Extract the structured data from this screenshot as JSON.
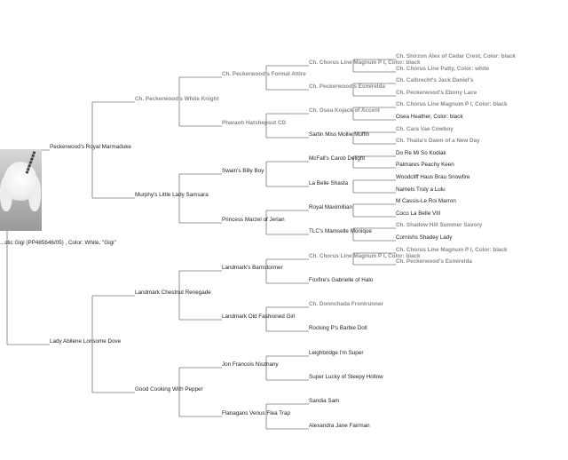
{
  "subject": {
    "name": "...stic Gigi (PP485646/05) , Color: White, \"Gigi\""
  },
  "generations": {
    "g1": [
      {
        "name": "Peckerwood's Royal Marmaduke",
        "champion": false
      },
      {
        "name": "Lady Abilene Lonsome Dove",
        "champion": false
      }
    ],
    "g2": [
      {
        "name": "Ch. Peckerwood's White Knight",
        "champion": true
      },
      {
        "name": "Murphy's Little Lady Samsara",
        "champion": false
      },
      {
        "name": "Landmark Chestnut Renegade",
        "champion": false
      },
      {
        "name": "Good Cooking With Pepper",
        "champion": false
      }
    ],
    "g3": [
      {
        "name": "Ch. Peckerwood's Formal Attire",
        "champion": true
      },
      {
        "name": "Pharaoh Hatshepsut CD",
        "champion": true
      },
      {
        "name": "Swain's Billy Boy",
        "champion": false
      },
      {
        "name": "Princess Marzel of Jerian",
        "champion": false
      },
      {
        "name": "Landmark's Barnstormer",
        "champion": false
      },
      {
        "name": "Landmark Old Fashioned Girl",
        "champion": false
      },
      {
        "name": "Jon Francois Nisznany",
        "champion": false
      },
      {
        "name": "Flanagans Venus Flea Trap",
        "champion": false
      }
    ],
    "g4": [
      {
        "name": "Ch. Chorus Line Magnum P I, Color: black",
        "champion": true
      },
      {
        "name": "Ch. Peckerwood's Esmirelda",
        "champion": true
      },
      {
        "name": "Ch. Osea Kojack of Accent",
        "champion": true
      },
      {
        "name": "Sartin Miss Mollie Muffin",
        "champion": false
      },
      {
        "name": "McFall's Carob Delight",
        "champion": false
      },
      {
        "name": "La Belle Shasta",
        "champion": false
      },
      {
        "name": "Royal Maximillian",
        "champion": false
      },
      {
        "name": "TLC's Mamselle Monique",
        "champion": false
      },
      {
        "name": "Ch. Chorus Line Magnum P I, Color: black",
        "champion": true
      },
      {
        "name": "Foxfire's Gabrielle of Halo",
        "champion": false
      },
      {
        "name": "Ch. Donnchada Frontrunner",
        "champion": true
      },
      {
        "name": "Rocking P's Barbie Doll",
        "champion": false
      },
      {
        "name": "Leighbridge I'm Super",
        "champion": false
      },
      {
        "name": "Super Lucky of Sleepy Hollow",
        "champion": false
      },
      {
        "name": "Sandia Sam",
        "champion": false
      },
      {
        "name": "Alexandra Jane Fairman",
        "champion": false
      }
    ],
    "g5": [
      {
        "name": "Ch. Shirzon Alex of Cedar Crest, Color: black",
        "champion": true
      },
      {
        "name": "Ch. Chorus Line Patty, Color: white",
        "champion": true
      },
      {
        "name": "Ch. Calbrecht's Jack Daniel's",
        "champion": true
      },
      {
        "name": "Ch. Peckerwood's Ebony Lace",
        "champion": true
      },
      {
        "name": "Ch. Chorus Line Magnum P I, Color: black",
        "champion": true
      },
      {
        "name": "Osea Heather, Color: black",
        "champion": false
      },
      {
        "name": "Ch. Cara Vae Cowboy",
        "champion": true
      },
      {
        "name": "Ch. Thalia's Dawn of a New Day",
        "champion": true
      },
      {
        "name": "Do Re Mi So Kodiak",
        "champion": false
      },
      {
        "name": "Palmares Peachy Keen",
        "champion": false
      },
      {
        "name": "Woodcliff Haus Brau Snowfire",
        "champion": false
      },
      {
        "name": "Namels Truly a Lulu",
        "champion": false
      },
      {
        "name": "M Cassis-Le Roi Marron",
        "champion": false
      },
      {
        "name": "Coco La Belle VIII",
        "champion": false
      },
      {
        "name": "Ch. Shadow Hill Summer Savory",
        "champion": true
      },
      {
        "name": "Cornishs Shadey Lady",
        "champion": false
      },
      {
        "name": "Ch. Chorus Line Magnum P I, Color: black",
        "champion": true
      },
      {
        "name": "Ch. Peckerwood's Esmirelda",
        "champion": true
      }
    ]
  },
  "colors": {
    "line": "#777777",
    "text": "#222222",
    "champion": "#8a8a8a"
  }
}
